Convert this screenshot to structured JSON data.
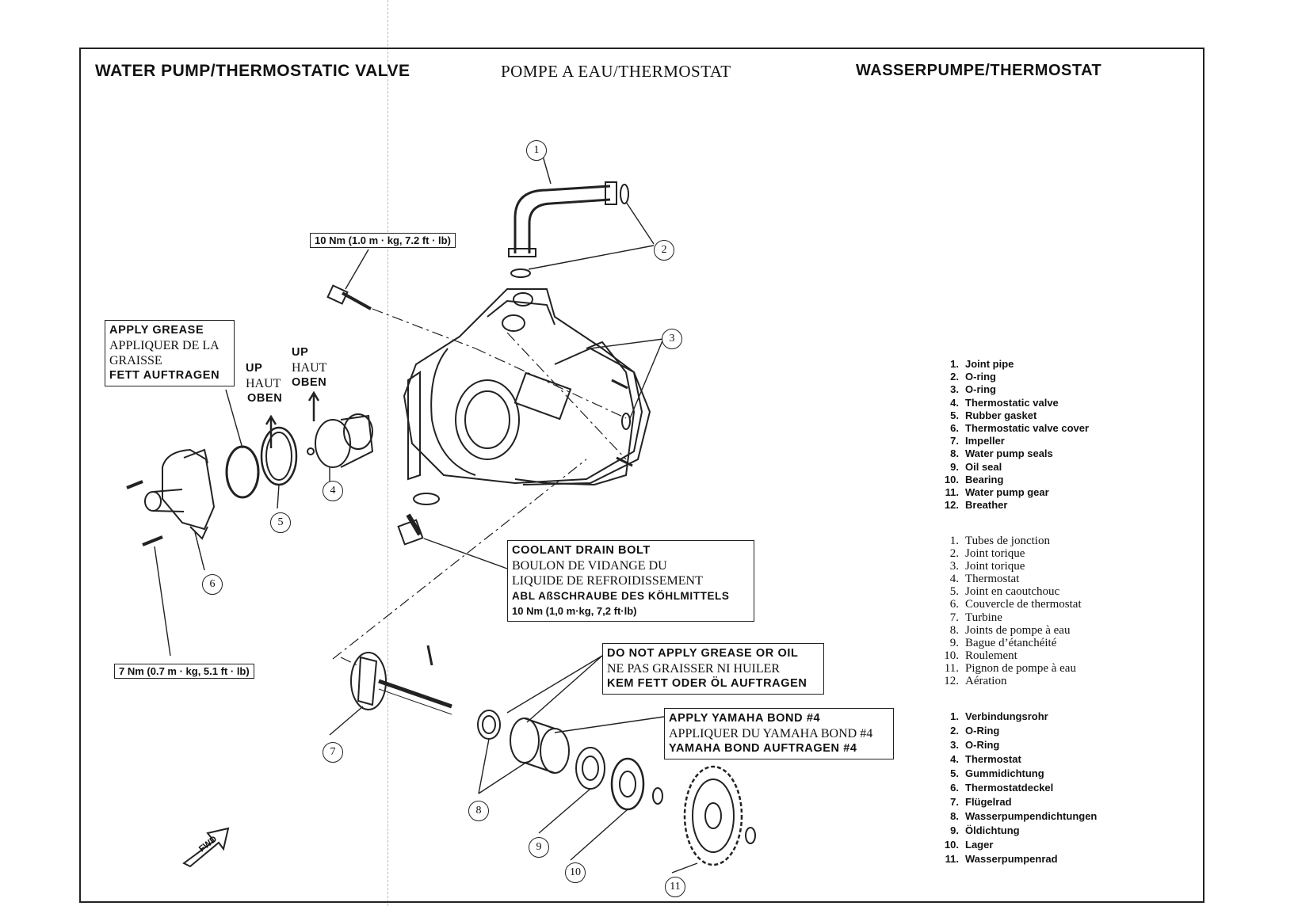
{
  "titles": {
    "en": "WATER  PUMP/THERMOSTATIC  VALVE",
    "fr": "POMPE A EAU/THERMOSTAT",
    "de": "WASSERPUMPE/THERMOSTAT"
  },
  "torque": {
    "bolt_top": "10 Nm (1.0 m · kg, 7.2 ft · lb)",
    "cover_bolts": "7 Nm (0.7 m · kg, 5.1 ft · lb)"
  },
  "apply_grease": {
    "en": "APPLY GREASE",
    "fr_line1": "APPLIQUER DE LA",
    "fr_line2": "GRAISSE",
    "de": "FETT AUFTRAGEN"
  },
  "up_left": {
    "en": "UP",
    "fr": "HAUT",
    "de": "OBEN"
  },
  "up_right": {
    "en": "UP",
    "fr": "HAUT",
    "de": "OBEN"
  },
  "coolant": {
    "en": "COOLANT  DRAIN  BOLT",
    "fr_line1": "BOULON DE VIDANGE DU",
    "fr_line2": "LIQUIDE DE REFROIDISSEMENT",
    "de": "ABL AßSCHRAUBE DES KÖHLMITTELS",
    "torque": "10 Nm (1,0 m·kg, 7,2 ft·lb)"
  },
  "no_grease": {
    "en": "DO  NOT  APPLY  GREASE  OR  OIL",
    "fr": "NE PAS GRAISSER NI HUILER",
    "de": "KEM FETT ODER ÖL AUFTRAGEN"
  },
  "bond": {
    "en": "APPLY  YAMAHA  BOND  #4",
    "fr": "APPLIQUER DU YAMAHA BOND #4",
    "de": "YAMAHA BOND AUFTRAGEN #4"
  },
  "fwd": "FWD",
  "callouts": [
    "1",
    "2",
    "3",
    "4",
    "5",
    "6",
    "7",
    "8",
    "9",
    "10",
    "11"
  ],
  "legend_en": [
    {
      "n": "1.",
      "t": "Joint pipe"
    },
    {
      "n": "2.",
      "t": "O-ring"
    },
    {
      "n": "3.",
      "t": "O-ring"
    },
    {
      "n": "4.",
      "t": "Thermostatic valve"
    },
    {
      "n": "5.",
      "t": "Rubber gasket"
    },
    {
      "n": "6.",
      "t": "Thermostatic valve cover"
    },
    {
      "n": "7.",
      "t": "Impeller"
    },
    {
      "n": "8.",
      "t": "Water pump seals"
    },
    {
      "n": "9.",
      "t": "Oil seal"
    },
    {
      "n": "10.",
      "t": "Bearing"
    },
    {
      "n": "11.",
      "t": "Water pump gear"
    },
    {
      "n": "12.",
      "t": "Breather"
    }
  ],
  "legend_fr": [
    {
      "n": "1.",
      "t": "Tubes de jonction"
    },
    {
      "n": "2.",
      "t": "Joint torique"
    },
    {
      "n": "3.",
      "t": "Joint torique"
    },
    {
      "n": "4.",
      "t": "Thermostat"
    },
    {
      "n": "5.",
      "t": "Joint en caoutchouc"
    },
    {
      "n": "6.",
      "t": "Couvercle de thermostat"
    },
    {
      "n": "7.",
      "t": "Turbine"
    },
    {
      "n": "8.",
      "t": "Joints de pompe à eau"
    },
    {
      "n": "9.",
      "t": "Bague d’étanchéité"
    },
    {
      "n": "10.",
      "t": "Roulement"
    },
    {
      "n": "11.",
      "t": "Pignon de pompe à eau"
    },
    {
      "n": "12.",
      "t": "Aération"
    }
  ],
  "legend_de": [
    {
      "n": "1.",
      "t": "Verbindungsrohr"
    },
    {
      "n": "2.",
      "t": "O-Ring"
    },
    {
      "n": "3.",
      "t": "O-Ring"
    },
    {
      "n": "4.",
      "t": "Thermostat"
    },
    {
      "n": "5.",
      "t": "Gummidichtung"
    },
    {
      "n": "6.",
      "t": "Thermostatdeckel"
    },
    {
      "n": "7.",
      "t": "Flügelrad"
    },
    {
      "n": "8.",
      "t": "Wasserpumpendichtungen"
    },
    {
      "n": "9.",
      "t": "Öldichtung"
    },
    {
      "n": "10.",
      "t": "Lager"
    },
    {
      "n": "11.",
      "t": "Wasserpumpenrad"
    }
  ],
  "colors": {
    "ink": "#111111",
    "paper": "#ffffff"
  }
}
